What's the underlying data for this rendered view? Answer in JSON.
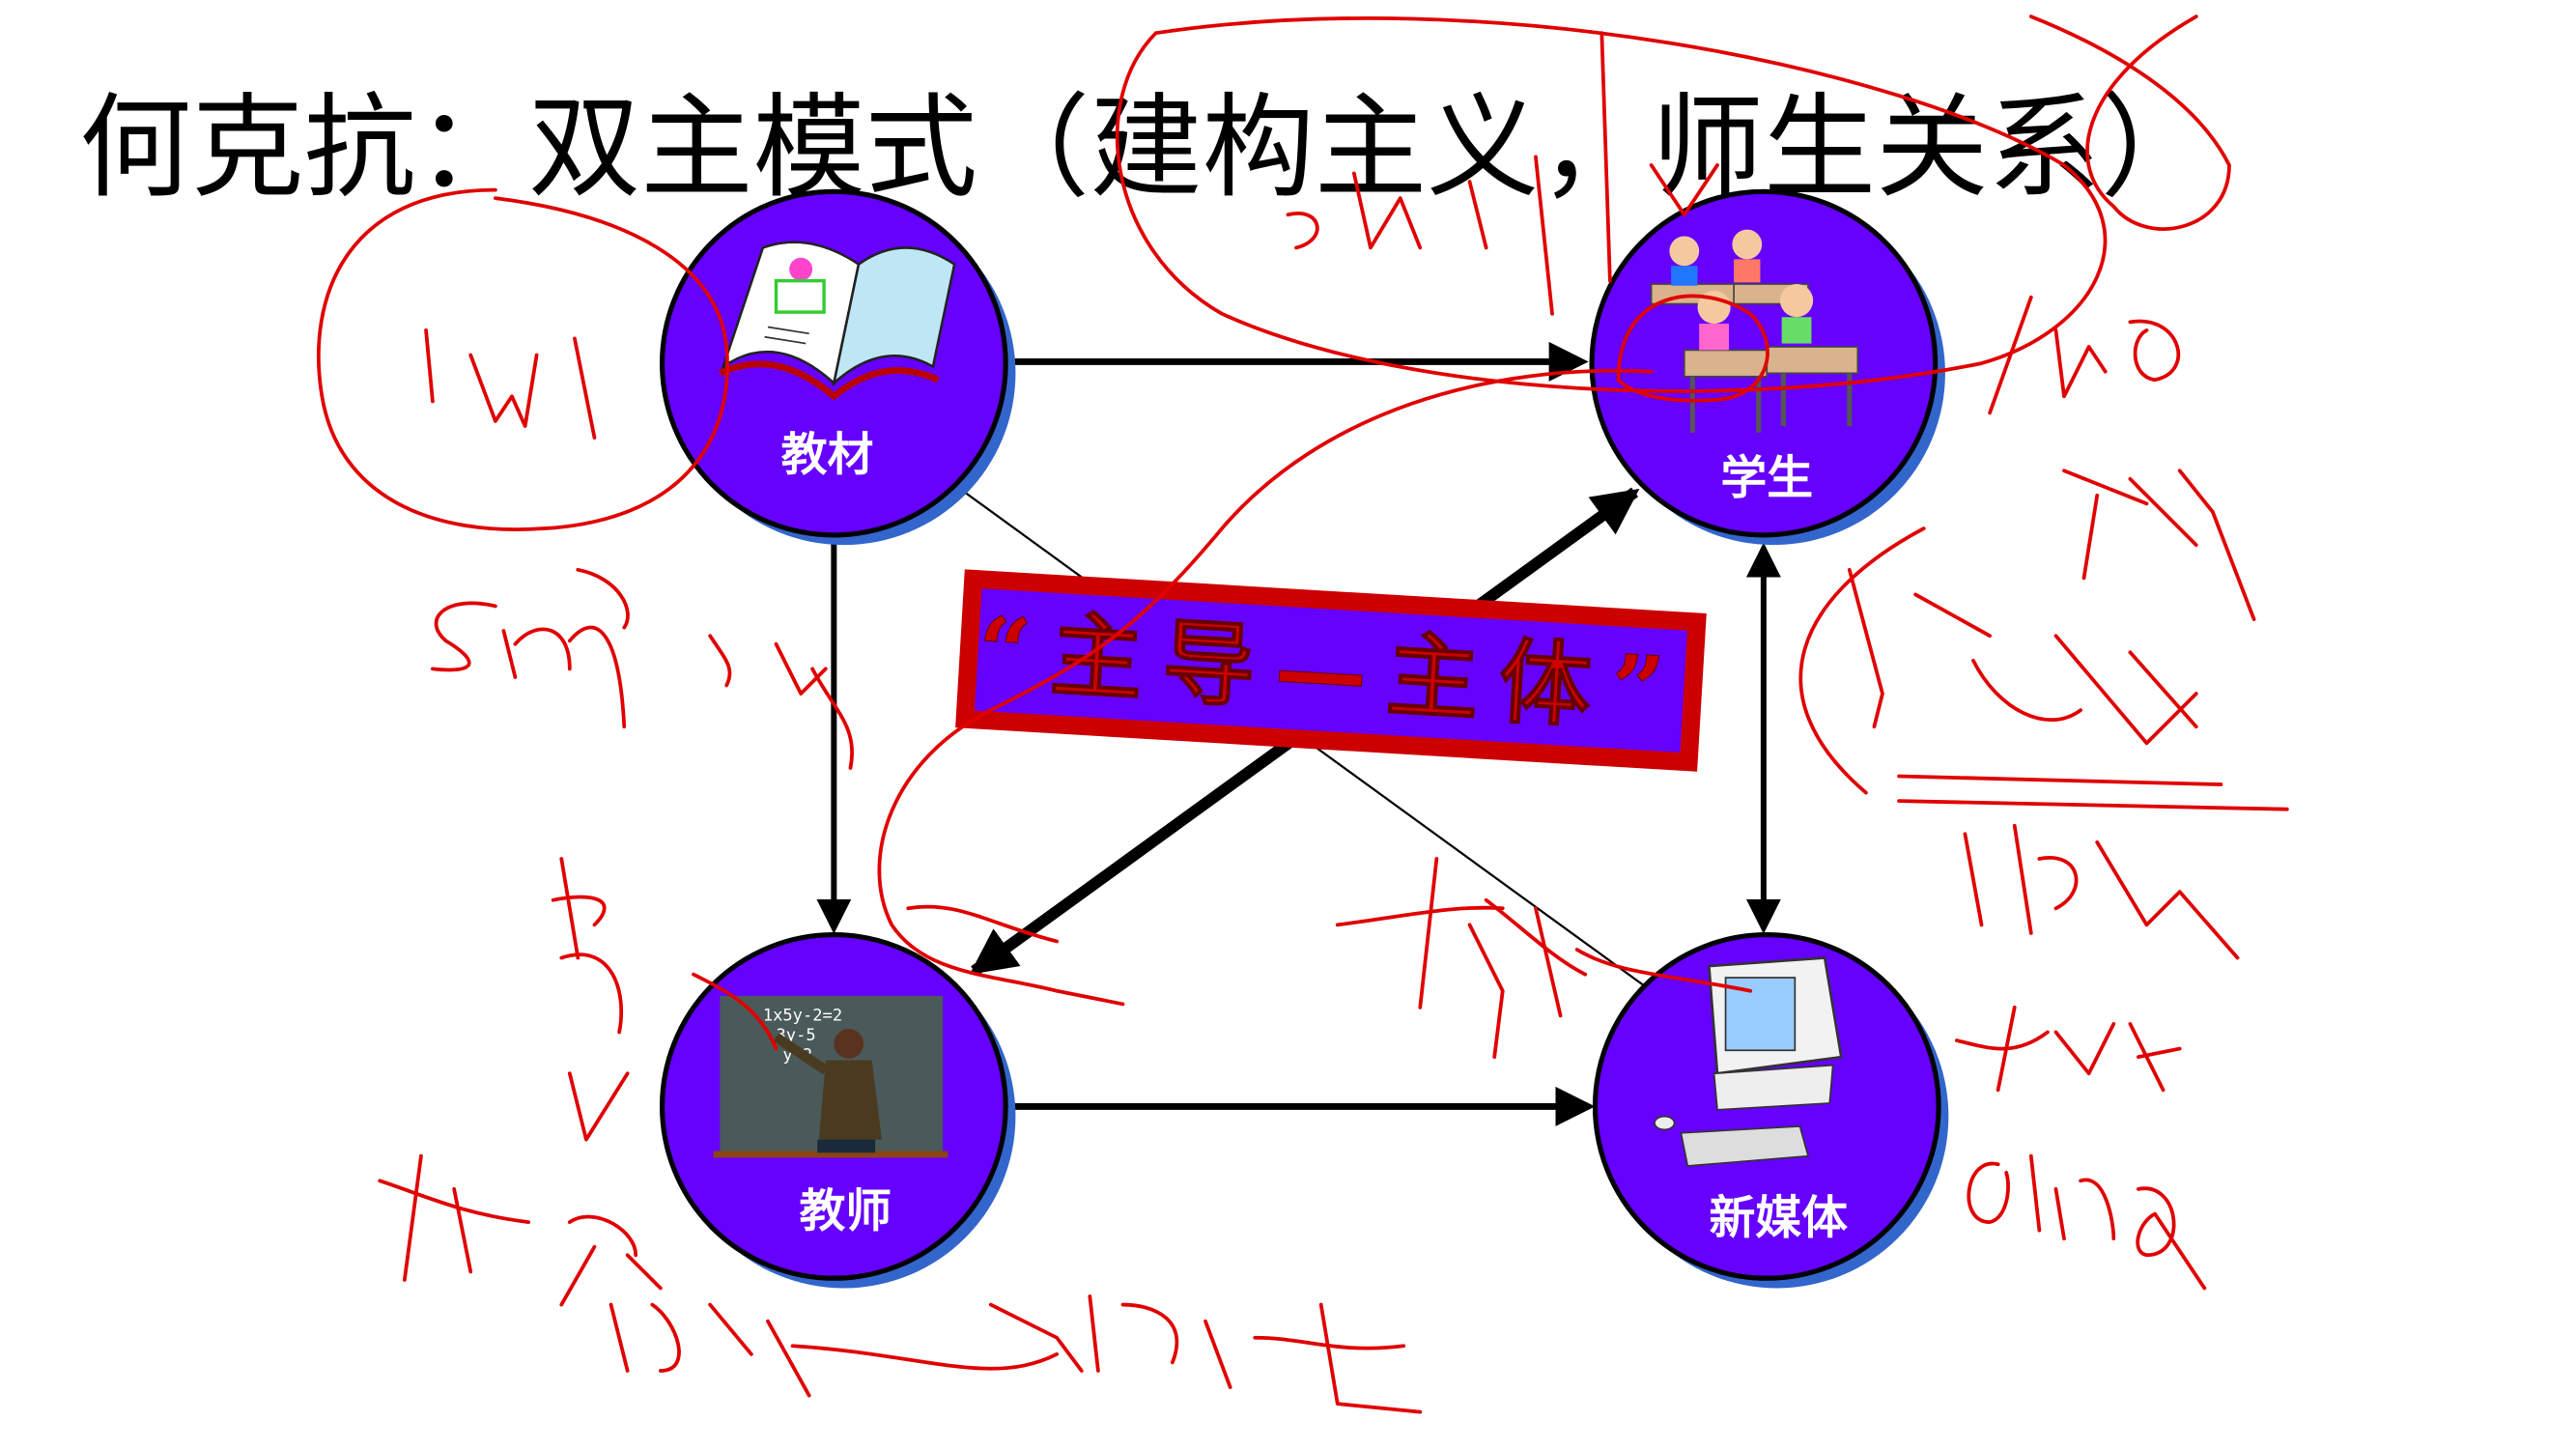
{
  "slide": {
    "title": "何克抗：双主模式（建构主义，师生关系）",
    "nodes": {
      "textbook": "教材",
      "student": "学生",
      "teacher": "教师",
      "new_media": "新媒体"
    },
    "banner": "“主导—主体”",
    "chalkboard": [
      "1x5y-2=2",
      "3y-5",
      "y-2"
    ]
  },
  "colors": {
    "node_fill": "#6600ff",
    "node_shadow": "#3366cc",
    "banner_border": "#cc0000",
    "banner_fill": "#6600ff",
    "ink": "#e00000"
  }
}
